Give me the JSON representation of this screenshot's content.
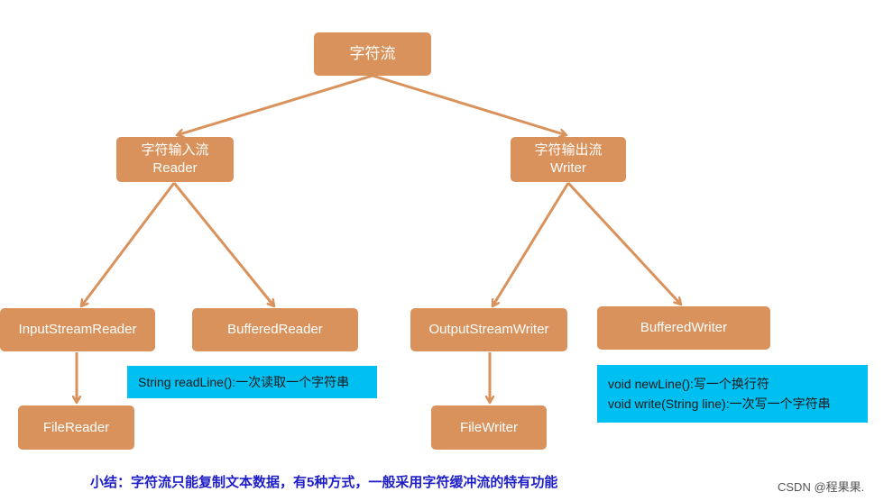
{
  "root": {
    "label": "字符流"
  },
  "reader": {
    "line1": "字符输入流",
    "line2": "Reader"
  },
  "writer": {
    "line1": "字符输出流",
    "line2": "Writer"
  },
  "input_stream_reader": {
    "label": "InputStreamReader"
  },
  "buffered_reader": {
    "label": "BufferedReader"
  },
  "output_stream_writer": {
    "label": "OutputStreamWriter"
  },
  "buffered_writer": {
    "label": "BufferedWriter"
  },
  "file_reader": {
    "label": "FileReader"
  },
  "file_writer": {
    "label": "FileWriter"
  },
  "reader_note": {
    "line1": "String readLine():一次读取一个字符串"
  },
  "writer_note": {
    "line1": "void newLine():写一个换行符",
    "line2": "void write(String line):一次写一个字符串"
  },
  "summary": {
    "text": "小结：字符流只能复制文本数据，有5种方式，一般采用字符缓冲流的特有功能"
  },
  "watermark": {
    "text": "CSDN @程果果."
  },
  "colors": {
    "node_fill": "#d9925b",
    "edge": "#d9925b",
    "note_fill": "#00c0f2",
    "summary_text": "#1e1ec8"
  }
}
